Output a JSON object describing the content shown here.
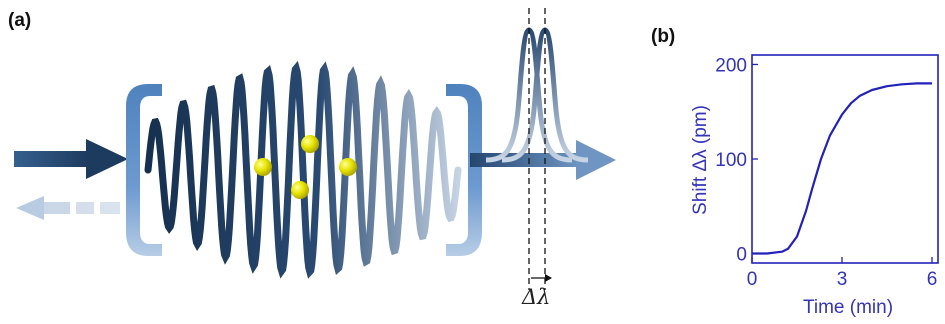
{
  "panel_a": {
    "label": "(a)",
    "delta_label": "Δλ"
  },
  "panel_b": {
    "label": "(b)"
  },
  "colors": {
    "accent_dark": "#1d3a5f",
    "mirror": "#5d8fc7",
    "particle": "#e6e200",
    "plot_blue": "#2222bb"
  },
  "chart_data": {
    "type": "line",
    "xlabel": "Time (min)",
    "ylabel": "Shift  Δλ (pm)",
    "xlim": [
      0,
      6.2
    ],
    "ylim": [
      -10,
      210
    ],
    "x_ticks": [
      "0",
      "3",
      "6"
    ],
    "y_ticks": [
      "0",
      "100",
      "200"
    ],
    "series": [
      {
        "x": [
          0,
          0.5,
          1.0,
          1.2,
          1.5,
          1.8,
          2.0,
          2.3,
          2.6,
          3.0,
          3.3,
          3.6,
          4.0,
          4.5,
          5.0,
          5.5,
          6.0
        ],
        "y": [
          0,
          0,
          2,
          5,
          18,
          45,
          68,
          100,
          125,
          147,
          159,
          167,
          173,
          177,
          179,
          180,
          180
        ]
      }
    ]
  }
}
